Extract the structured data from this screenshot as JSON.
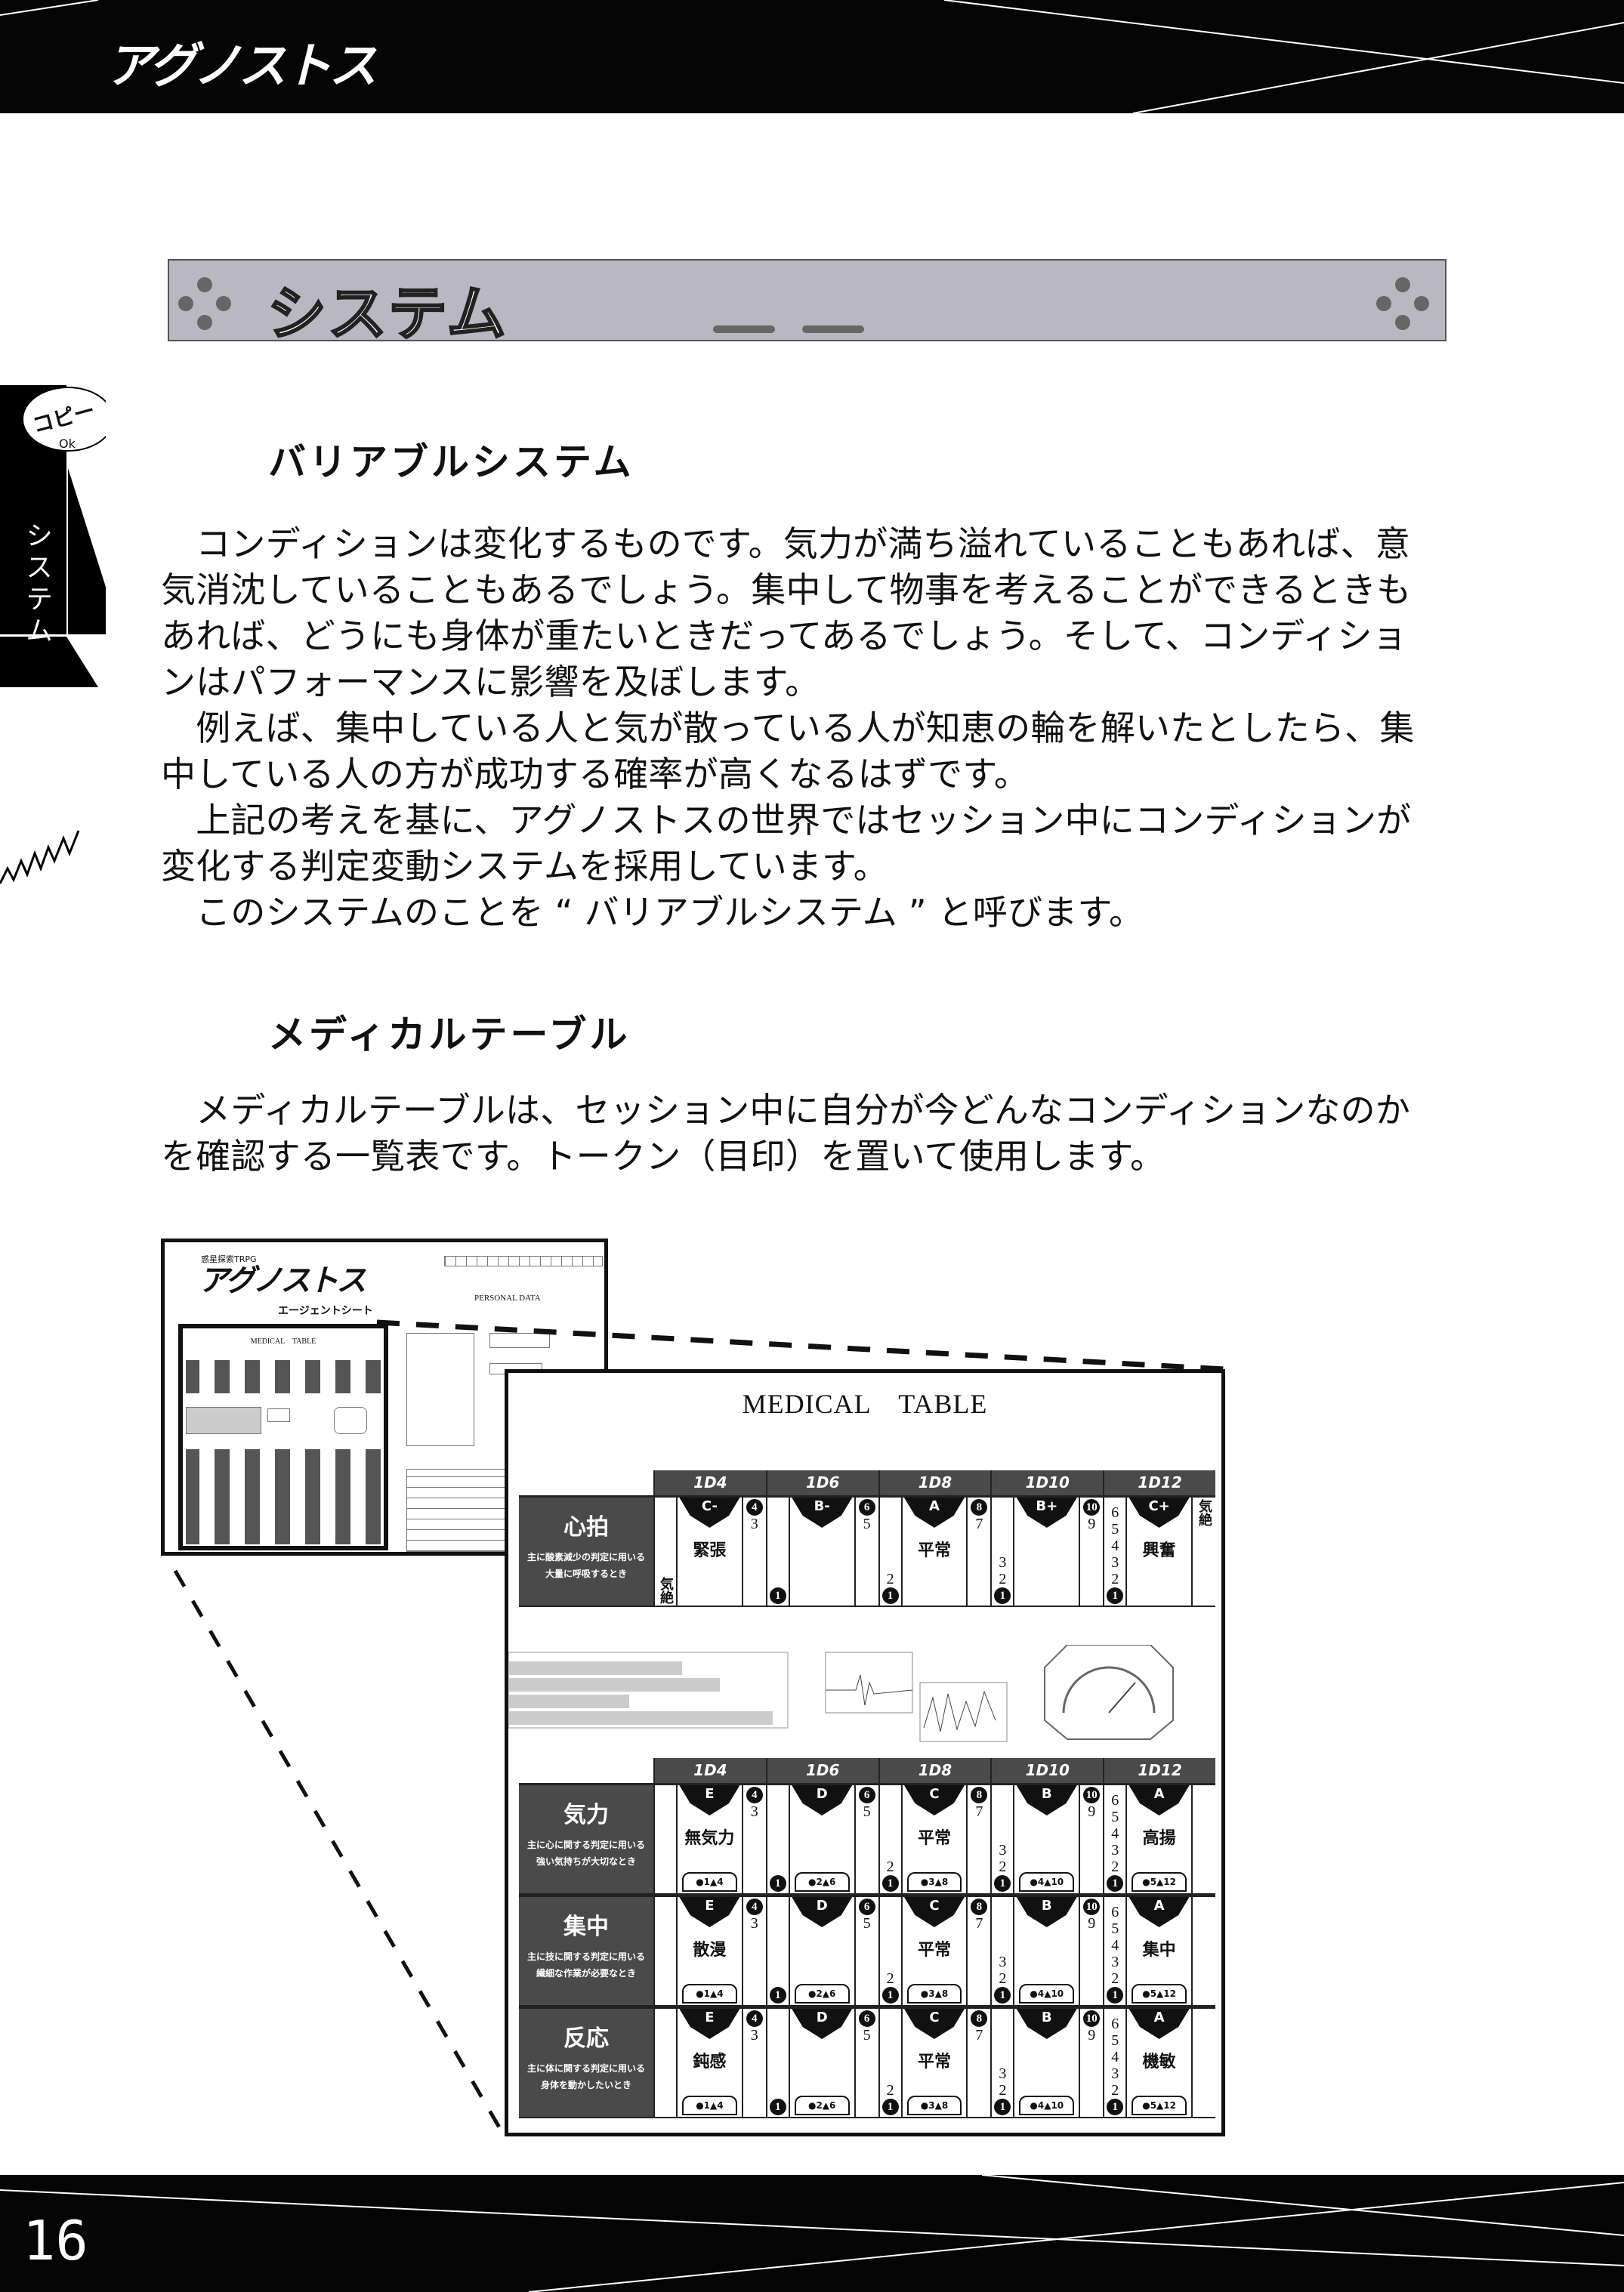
{
  "header": {
    "logo": "アグノストス"
  },
  "banner": {
    "title": "システム"
  },
  "side_tab": {
    "label": "システム",
    "speech": "コピー",
    "ok": "Ok"
  },
  "sections": [
    {
      "heading": "バリアブルシステム",
      "lines": [
        "　コンディションは変化するものです。気力が満ち溢れていることもあれば、意",
        "気消沈していることもあるでしょう。集中して物事を考えることができるときも",
        "あれば、どうにも身体が重たいときだってあるでしょう。そして、コンディショ",
        "ンはパフォーマンスに影響を及ぼします。",
        "　例えば、集中している人と気が散っている人が知恵の輪を解いたとしたら、集",
        "中している人の方が成功する確率が高くなるはずです。",
        "　上記の考えを基に、アグノストスの世界ではセッション中にコンディションが",
        "変化する判定変動システムを採用しています。",
        "　このシステムのことを “ バリアブルシステム ” と呼びます。"
      ]
    },
    {
      "heading": "メディカルテーブル",
      "lines": [
        "　メディカルテーブルは、セッション中に自分が今どんなコンディションなのか",
        "を確認する一覧表です。トークン（目印）を置いて使用します。"
      ]
    }
  ],
  "thumbnail": {
    "subtitle": "惑星探索TRPG",
    "logo": "アグノストス",
    "sheet_name": "エージェントシート",
    "personal_data": "PERSONAL DATA",
    "medical_table": "MEDICAL　TABLE"
  },
  "medical_table": {
    "title": "MEDICAL　TABLE",
    "dice": [
      "1D4",
      "1D6",
      "1D8",
      "1D10",
      "1D12"
    ],
    "top_rows": [
      {
        "name": "心拍",
        "desc": [
          "主に酸素減少の判定に用いる",
          "大量に呼吸するとき"
        ],
        "grades": [
          "C-",
          "B-",
          "A",
          "B+",
          "C+"
        ],
        "labels": [
          "緊張",
          "",
          "平常",
          "",
          "興奮"
        ],
        "left": [
          [
            "気絶"
          ],
          [
            "❶"
          ],
          [
            "2",
            "❶"
          ],
          [
            "3",
            "2",
            "❶"
          ],
          [
            "6",
            "5",
            "4",
            "3",
            "2",
            "❶"
          ]
        ],
        "right": [
          [
            "❹",
            "3"
          ],
          [
            "❻",
            "5"
          ],
          [
            "❽",
            "7"
          ],
          [
            "❿",
            "9"
          ],
          [
            "気絶"
          ]
        ],
        "badges": []
      }
    ],
    "bottom_rows": [
      {
        "name": "気力",
        "desc": [
          "主に心に関する判定に用いる",
          "強い気持ちが大切なとき"
        ],
        "grades": [
          "E",
          "D",
          "C",
          "B",
          "A"
        ],
        "labels": [
          "無気力",
          "",
          "平常",
          "",
          "高揚"
        ]
      },
      {
        "name": "集中",
        "desc": [
          "主に技に関する判定に用いる",
          "繊細な作業が必要なとき"
        ],
        "grades": [
          "E",
          "D",
          "C",
          "B",
          "A"
        ],
        "labels": [
          "散漫",
          "",
          "平常",
          "",
          "集中"
        ]
      },
      {
        "name": "反応",
        "desc": [
          "主に体に関する判定に用いる",
          "身体を動かしたいとき"
        ],
        "grades": [
          "E",
          "D",
          "C",
          "B",
          "A"
        ],
        "labels": [
          "鈍感",
          "",
          "平常",
          "",
          "機敏"
        ]
      }
    ],
    "bottom_left": [
      [],
      [
        "❶"
      ],
      [
        "2",
        "❶"
      ],
      [
        "3",
        "2",
        "❶"
      ],
      [
        "6",
        "5",
        "4",
        "3",
        "2",
        "❶"
      ]
    ],
    "bottom_right": [
      [
        "❹",
        "3"
      ],
      [
        "❻",
        "5"
      ],
      [
        "❽",
        "7"
      ],
      [
        "❿",
        "9"
      ],
      []
    ],
    "badges": [
      "●1▲4",
      "●2▲6",
      "●3▲8",
      "●4▲10",
      "●5▲12"
    ]
  },
  "footer": {
    "page_number": "16"
  }
}
